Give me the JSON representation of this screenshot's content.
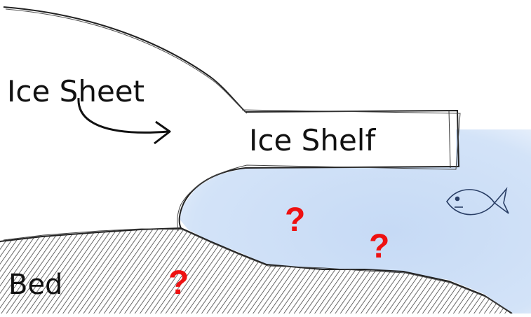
{
  "labels": {
    "ice_sheet": "Ice Sheet",
    "ice_shelf": "Ice Shelf",
    "bed": "Bed"
  },
  "question_marks": [
    "?",
    "?",
    "?"
  ],
  "icons": {
    "fish": "fish-icon",
    "arrow": "curved-arrow-icon"
  },
  "colors": {
    "ocean": "#cfe0f7",
    "sketch_line": "#222222",
    "question": "#ee1111"
  }
}
